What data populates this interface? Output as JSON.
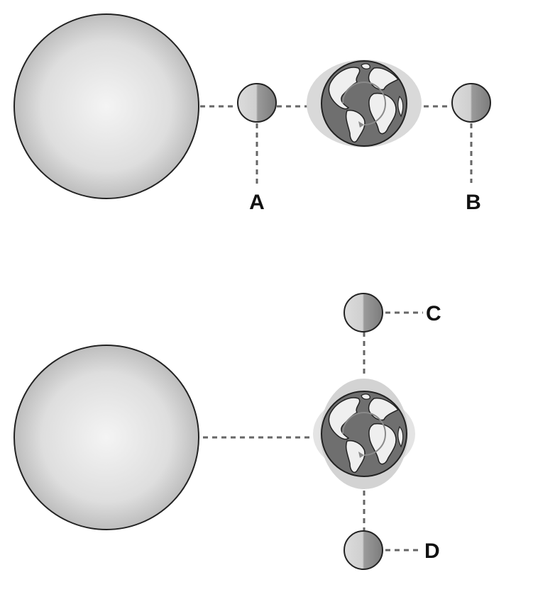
{
  "labels": {
    "a": "A",
    "b": "B",
    "c": "C",
    "d": "D"
  },
  "colors": {
    "sun_center": "#f2f2f2",
    "sun_edge": "#bdbdbd",
    "moon_light": "#d6d6d6",
    "moon_dark": "#8a8a8a",
    "ocean": "#6f6f6f",
    "land": "#efefef",
    "tide_bulge": "#d9d9d9",
    "connector": "#666666"
  },
  "icons": {
    "sun": "sun-icon",
    "earth": "earth-globe-icon",
    "moon": "moon-icon"
  }
}
